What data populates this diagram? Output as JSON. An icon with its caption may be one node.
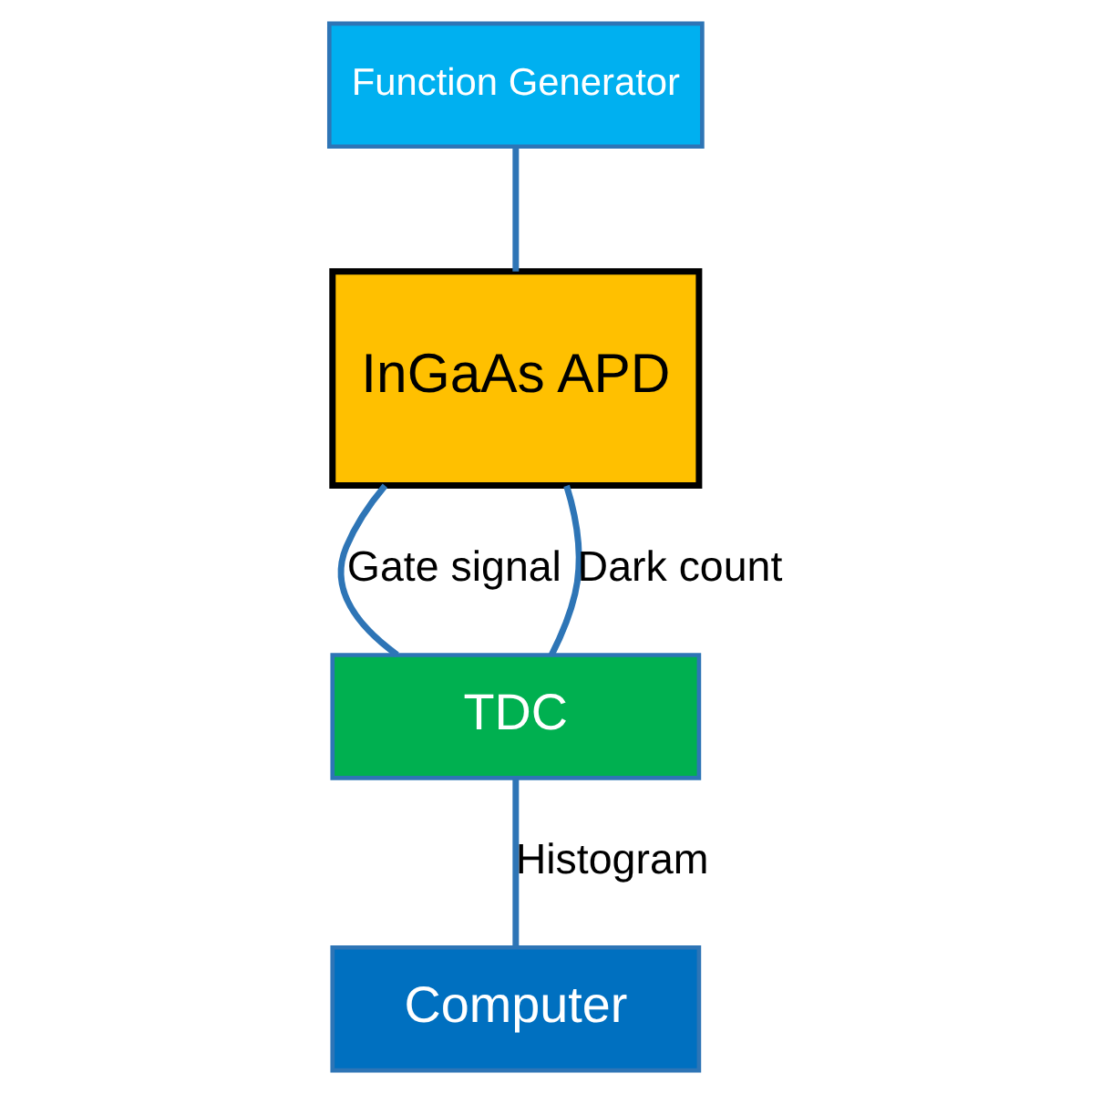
{
  "diagram": {
    "nodes": [
      {
        "text": [
          "Function Generator"
        ]
      },
      {
        "text": [
          "InGaAs APD"
        ]
      },
      {
        "text": [
          "TDC"
        ]
      },
      {
        "text": [
          "Computer"
        ]
      }
    ],
    "edges": [
      {
        "from": 0,
        "to": 1,
        "arrow": "none"
      },
      {
        "from": 1,
        "to": 2,
        "arrow": "none",
        "label": "Gate signal"
      },
      {
        "from": 1,
        "to": 2,
        "arrow": "none",
        "label": "Dark count"
      },
      {
        "from": 2,
        "to": 3,
        "arrow": "none",
        "label": "Histogram"
      }
    ]
  }
}
